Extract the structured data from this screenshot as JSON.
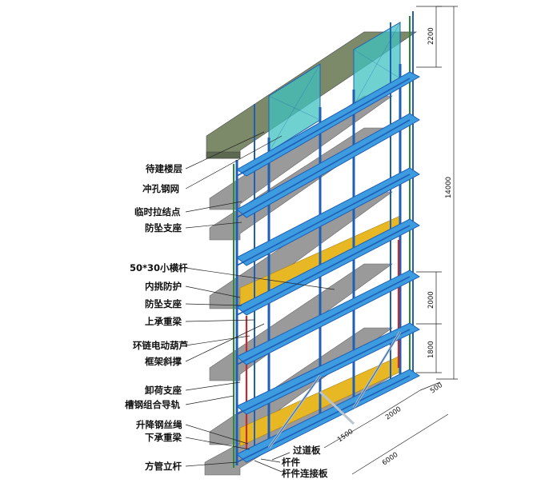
{
  "labels": {
    "floor_to_build": "待建楼层",
    "perforated_mesh": "冲孔钢网",
    "temp_tie": "临时拉结点",
    "anti_fall_1": "防坠支座",
    "crossbar": "50*30小横杆",
    "inner_protect": "内挑防护",
    "anti_fall_2": "防坠支座",
    "upper_beam": "上承重梁",
    "hoist": "环链电动葫芦",
    "frame_brace": "框架斜撑",
    "unload_support": "卸荷支座",
    "guide_rail": "槽钢组合导轨",
    "lift_rope": "升降钢丝绳",
    "lower_beam": "下承重梁",
    "walk_board": "过道板",
    "rod": "杆件",
    "rod_connect": "杆件连接板",
    "square_post": "方管立杆"
  },
  "dimensions": {
    "d2200": "2200",
    "d14000": "14000",
    "d2000": "2000",
    "d1800": "1800",
    "d500": "500",
    "d2000b": "2000",
    "d1500": "1500",
    "d6000": "6000"
  },
  "colors": {
    "deck_blue": "#3d9be0",
    "post_blue": "#1f5fb5",
    "slab_grey": "#9a9a9a",
    "top_slab": "#7d8a6a",
    "mesh_teal": "#3fc2c0",
    "yellow_board": "#e8b824",
    "red_chain": "#c62a2a"
  }
}
